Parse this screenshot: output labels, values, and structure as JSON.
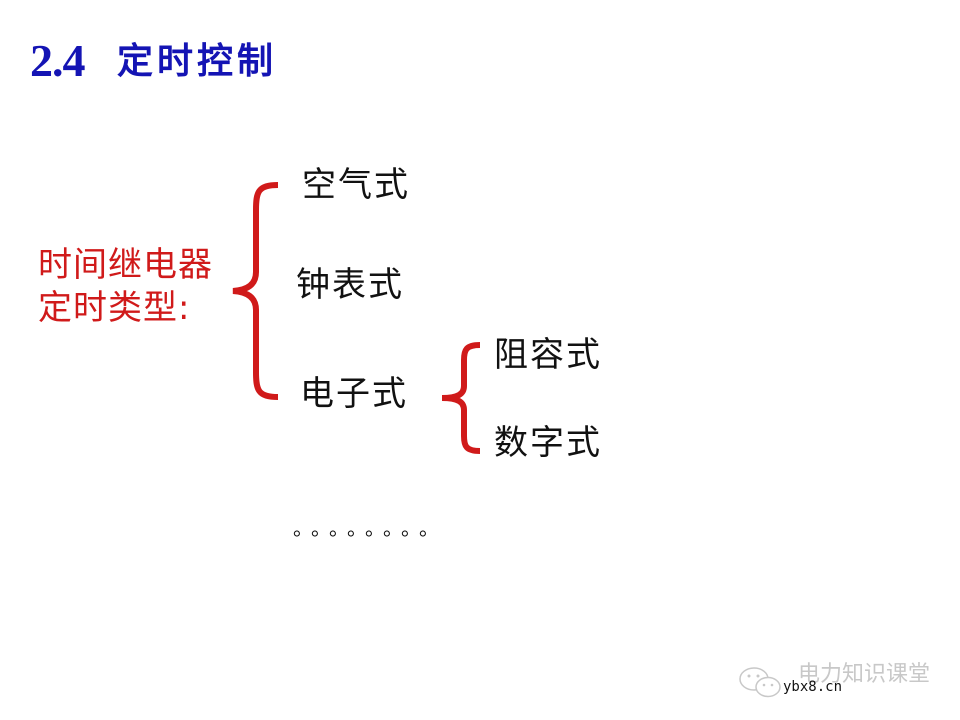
{
  "slide": {
    "section_number": "2.4",
    "title": "定时控制",
    "colors": {
      "title": "#1414b4",
      "label": "#d01a1a",
      "brace": "#d01a1a",
      "item_text": "#111111"
    }
  },
  "classification": {
    "label_line1": "时间继电器",
    "label_line2": "定时类型:",
    "types": [
      {
        "label": "空气式"
      },
      {
        "label": "钟表式"
      },
      {
        "label": "电子式",
        "subtypes": [
          {
            "label": "阻容式"
          },
          {
            "label": "数字式"
          }
        ]
      }
    ],
    "ellipsis": "。。。。。。。。"
  },
  "watermark": {
    "icon": "wechat-icon",
    "account_name": "电力知识课堂",
    "site": "ybx8.cn"
  }
}
